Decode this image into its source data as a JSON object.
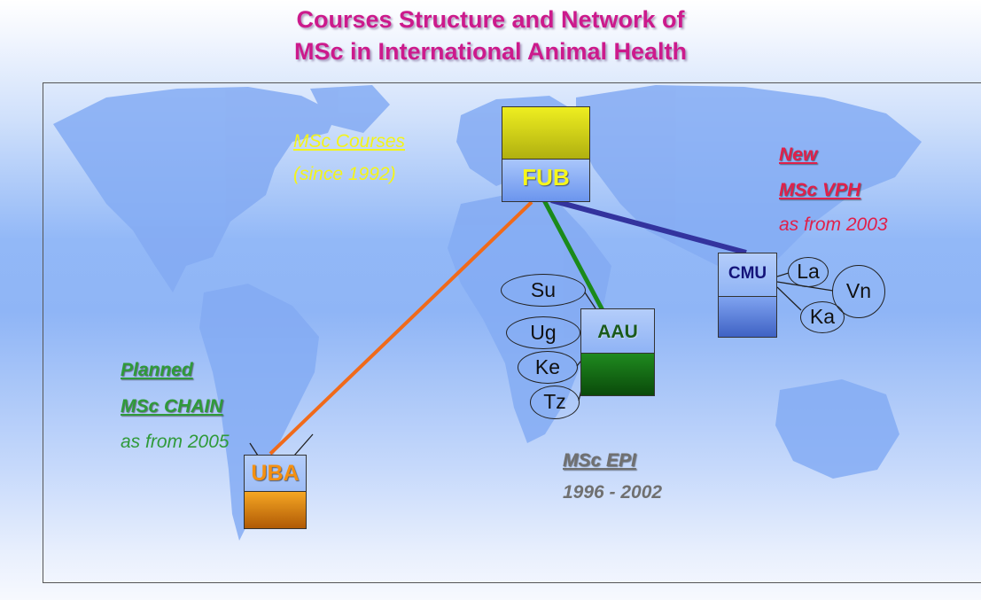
{
  "title": {
    "line1": "Courses Structure and Network of",
    "line2": "MSc in International Animal Health"
  },
  "msc_courses": {
    "heading": "MSc Courses",
    "since": "(since 1992)"
  },
  "new_vph": {
    "line1": "New",
    "line2": "MSc VPH",
    "line3": "as from 2003"
  },
  "planned_chain": {
    "line1": "Planned",
    "line2": "MSc CHAIN",
    "line3": "as from 2005"
  },
  "msc_epi": {
    "heading": "MSc EPI",
    "years": "1996 - 2002"
  },
  "nodes": {
    "fub": "FUB",
    "cmu": "CMU",
    "aau": "AAU",
    "uba": "UBA"
  },
  "partners_aau": [
    "Su",
    "Ug",
    "Ke",
    "Tz"
  ],
  "partners_cmu": [
    "La",
    "Vn",
    "Ka"
  ],
  "colors": {
    "title": "#cc1a8c",
    "fub_link": "#33339e",
    "aau_link": "#1a8a1a",
    "uba_link": "#f06a1a",
    "msc_courses": "#f4f41a",
    "vph": "#e0204a",
    "chain": "#2f9a3a",
    "epi": "#707070"
  }
}
